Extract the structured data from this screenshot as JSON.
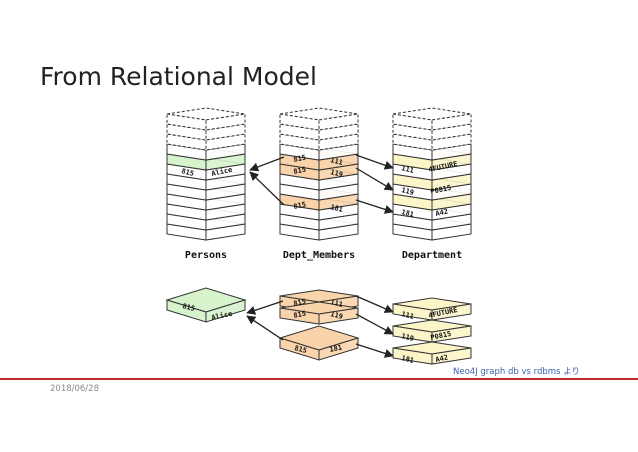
{
  "slide": {
    "title": "From Relational Model",
    "date": "2018/06/28",
    "caption": "Neo4J graph db vs rdbms より"
  },
  "colors": {
    "rule": "#c0282a",
    "persons_fill": "#d6f3cc",
    "members_fill": "#f9d4ab",
    "department_fill": "#fbf5c8",
    "empty_fill": "#ffffff",
    "stroke": "#333333"
  },
  "relational": {
    "persons": {
      "label": "Persons",
      "id": "815",
      "name": "Alice"
    },
    "dept_members": {
      "label": "Dept_Members",
      "rows": [
        {
          "person": "815",
          "dept": "111"
        },
        {
          "person": "815",
          "dept": "119"
        },
        {
          "person": "815",
          "dept": "181"
        }
      ]
    },
    "department": {
      "label": "Department",
      "rows": [
        {
          "id": "111",
          "name": "4FUTURE"
        },
        {
          "id": "119",
          "name": "P0815"
        },
        {
          "id": "181",
          "name": "A42"
        }
      ]
    }
  },
  "graph": {
    "person": {
      "id": "815",
      "name": "Alice"
    },
    "members": [
      {
        "person": "815",
        "dept": "111"
      },
      {
        "person": "815",
        "dept": "119"
      },
      {
        "person": "815",
        "dept": "181"
      }
    ],
    "departments": [
      {
        "id": "111",
        "name": "4FUTURE"
      },
      {
        "id": "119",
        "name": "P0815"
      },
      {
        "id": "181",
        "name": "A42"
      }
    ]
  }
}
